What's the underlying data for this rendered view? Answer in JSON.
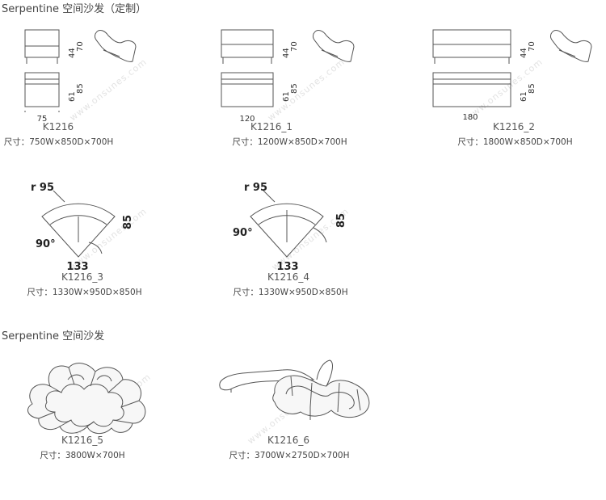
{
  "sections": [
    {
      "title": "Serpentine 空间沙发（定制）"
    },
    {
      "title": "Serpentine 空间沙发"
    }
  ],
  "products": [
    {
      "code": "K1216",
      "spec": "尺寸：750W×850D×700H",
      "width_label": "75",
      "dims": [
        "44",
        "70",
        "61",
        "85"
      ]
    },
    {
      "code": "K1216_1",
      "spec": "尺寸：1200W×850D×700H",
      "width_label": "120",
      "dims": [
        "44",
        "70",
        "61",
        "85"
      ]
    },
    {
      "code": "K1216_2",
      "spec": "尺寸：1800W×850D×700H",
      "width_label": "180",
      "dims": [
        "44",
        "70",
        "61",
        "85"
      ]
    },
    {
      "code": "K1216_3",
      "spec": "尺寸：1330W×950D×850H",
      "radius_label": "r 95",
      "angle_label": "90°",
      "width_label": "133",
      "depth_label": "85"
    },
    {
      "code": "K1216_4",
      "spec": "尺寸：1330W×950D×850H",
      "radius_label": "r 95",
      "angle_label": "90°",
      "width_label": "133",
      "depth_label": "85"
    },
    {
      "code": "K1216_5",
      "spec": "尺寸：3800W×700H"
    },
    {
      "code": "K1216_6",
      "spec": "尺寸：3700W×2750D×700H"
    }
  ],
  "watermark": "www.onsunes.com"
}
